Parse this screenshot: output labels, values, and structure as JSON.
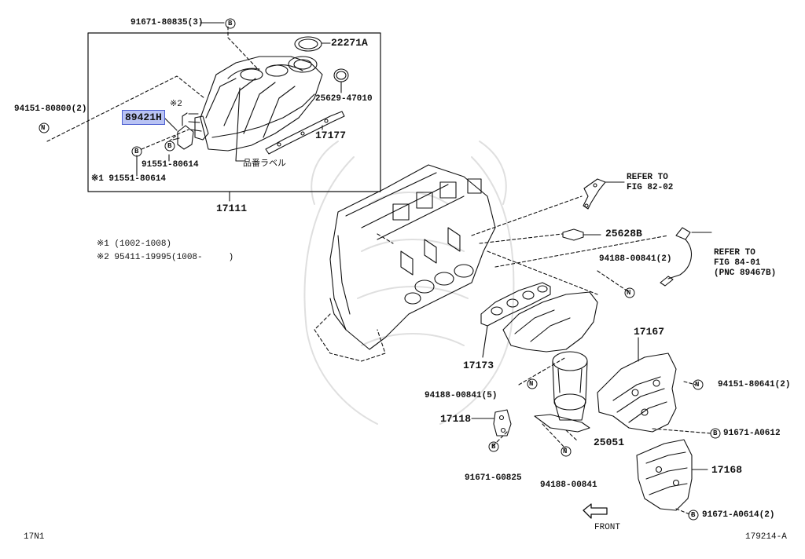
{
  "diagram": {
    "callouts": {
      "p_91671_80835": "91671-80835(3)",
      "p_22271A": "22271A",
      "p_94151_80800": "94151-80800(2)",
      "p_89421H": "89421H",
      "mark2_top": "※2",
      "p_25629_47010": "25629-47010",
      "p_17177": "17177",
      "label_jp": "品番ラベル",
      "p_91551_80614": "91551-80614",
      "p_mark1_91551": "※1 91551-80614",
      "p_17111": "17111",
      "refer_82_line1": "REFER TO",
      "refer_82_line2": "FIG 82-02",
      "p_25628B": "25628B",
      "refer_84_line1": "REFER TO",
      "refer_84_line2": "FIG 84-01",
      "refer_84_line3": "(PNC 89467B)",
      "p_94188_00841_2": "94188-00841(2)",
      "p_17167": "17167",
      "p_17173": "17173",
      "p_94188_00841_5": "94188-00841(5)",
      "p_94151_80641": "94151-80641(2)",
      "p_17118": "17118",
      "p_91671_A0612": "91671-A0612",
      "p_25051": "25051",
      "p_17168": "17168",
      "p_91671_G0825": "91671-G0825",
      "p_94188_00841": "94188-00841",
      "p_91671_A0614": "91671-A0614(2)",
      "front": "FRONT"
    },
    "notes": {
      "note1": "※1 (1002-1008)",
      "note2": "※2 95411-19995(1008-     )"
    },
    "markers": {
      "bolt": "B",
      "nut": "N"
    },
    "footer": {
      "left_code": "17N1",
      "right_code": "179214-A"
    }
  }
}
